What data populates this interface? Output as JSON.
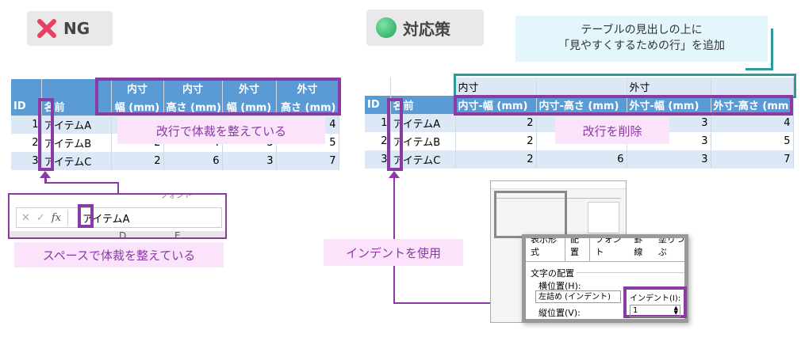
{
  "ng_badge": {
    "label": "NG",
    "icon": "cross-icon"
  },
  "fix_badge": {
    "label": "対応策",
    "icon": "green-circle-icon"
  },
  "left_table": {
    "header_top": [
      "",
      "",
      "内寸",
      "内寸",
      "外寸",
      "外寸"
    ],
    "header_bottom": [
      "ID",
      "名前",
      "幅 (mm)",
      "高さ (mm)",
      "幅 (mm)",
      "高さ (mm)"
    ],
    "rows": [
      [
        "1",
        "アイテムA",
        "",
        "",
        "",
        "4"
      ],
      [
        "2",
        "アイテムB",
        "2",
        "4",
        "3",
        "5"
      ],
      [
        "3",
        "アイテムC",
        "2",
        "6",
        "3",
        "7"
      ]
    ]
  },
  "left_label_linebreak": "改行で体裁を整えている",
  "formula_bar": {
    "fx": "fx",
    "value": "アイテムA",
    "col_d": "D",
    "col_e": "E",
    "fragment": "フォント"
  },
  "left_label_space": "スペースで体裁を整えている",
  "right_table": {
    "group_row": [
      "",
      "",
      "内寸",
      "",
      "外寸",
      ""
    ],
    "header": [
      "ID",
      "名前",
      "内寸-幅 (mm)",
      "内寸-高さ (mm)",
      "外寸-幅 (mm)",
      "外寸-高さ (mm)"
    ],
    "rows": [
      [
        "1",
        "アイテムA",
        "2",
        "",
        "3",
        "4"
      ],
      [
        "2",
        "アイテムB",
        "2",
        "",
        "3",
        "5"
      ],
      [
        "3",
        "アイテムC",
        "2",
        "6",
        "3",
        "7"
      ]
    ]
  },
  "callout": {
    "line1": "テーブルの見出しの上に",
    "line2": "「見やすくするための行」を追加"
  },
  "right_label_remove": "改行を削除",
  "right_label_indent": "インデントを使用",
  "dialog": {
    "tabs": [
      "表示形式",
      "配置",
      "フォント",
      "罫線",
      "塗りつぶ"
    ],
    "section": "文字の配置",
    "h_label": "横位置(H):",
    "h_value": "左詰め (インデント)",
    "indent_label": "インデント(I):",
    "indent_value": "1",
    "v_label": "縦位置(V):"
  },
  "colors": {
    "header_blue": "#5b9bd5",
    "purple": "#8a3aa3",
    "teal": "#2f9a9a",
    "pink": "#fbe3fb"
  }
}
